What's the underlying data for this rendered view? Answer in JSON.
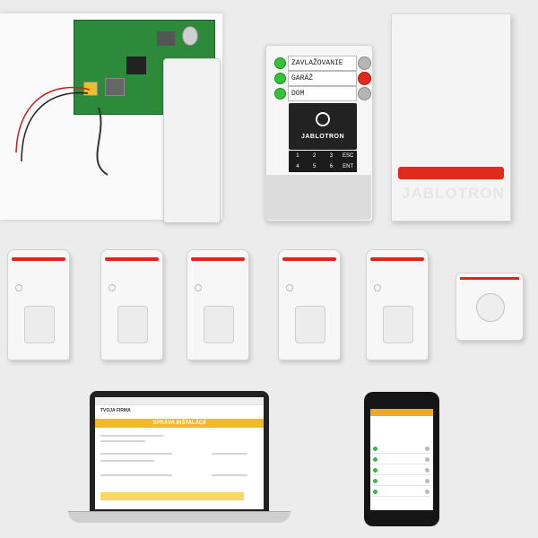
{
  "keypad": {
    "rows": [
      {
        "label": "ZAVLAŽOVANIE",
        "led": "#35c23a",
        "button": "gray"
      },
      {
        "label": "GARÁŽ",
        "led": "#35c23a",
        "button": "red"
      },
      {
        "label": "DOM",
        "led": "#35c23a",
        "button": "gray"
      }
    ],
    "brand": "JABLOTRON",
    "keys": [
      "1",
      "2",
      "3",
      "ESC",
      "4",
      "5",
      "6",
      "ENT"
    ]
  },
  "siren": {
    "brand": "JABLOTRON"
  },
  "laptop": {
    "logo": "TVOJA FIRMA",
    "title": "SPRÁVA INŠTALÁCIÍ"
  },
  "colors": {
    "accent_red": "#e0241a",
    "accent_orange": "#f3b92a",
    "led_green": "#35c23a"
  }
}
